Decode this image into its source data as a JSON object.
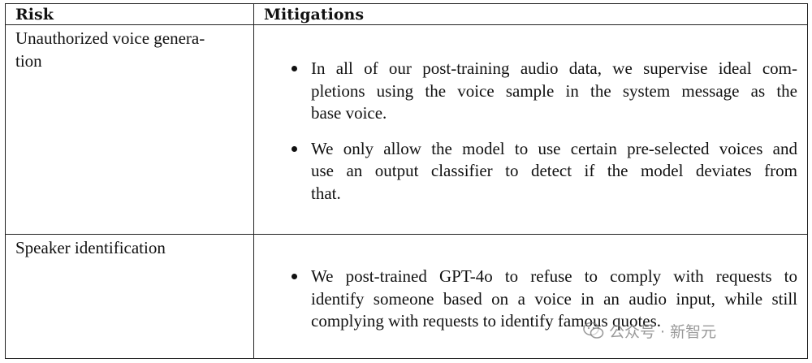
{
  "table": {
    "headers": {
      "risk": "Risk",
      "mitigations": "Mitigations"
    },
    "rows": [
      {
        "risk_lines": [
          "Unauthorized voice genera-",
          "tion"
        ],
        "mitigations": [
          {
            "lines": [
              "In all of our post-training audio data, we supervise ideal com-",
              "pletions using the voice sample in the system message as the",
              "base voice."
            ]
          },
          {
            "lines": [
              "We only allow the model to use certain pre-selected voices and",
              "use an output classifier to detect if the model deviates from",
              "that."
            ]
          }
        ]
      },
      {
        "risk_lines": [
          "Speaker identification"
        ],
        "mitigations": [
          {
            "lines": [
              "We post-trained GPT-4o to refuse to comply with requests to",
              "identify someone based on a voice in an audio input, while still",
              "complying with requests to identify famous quotes."
            ]
          }
        ]
      }
    ]
  },
  "watermark": {
    "text": "公众号 · 新智元",
    "icon": "wechat-icon"
  }
}
